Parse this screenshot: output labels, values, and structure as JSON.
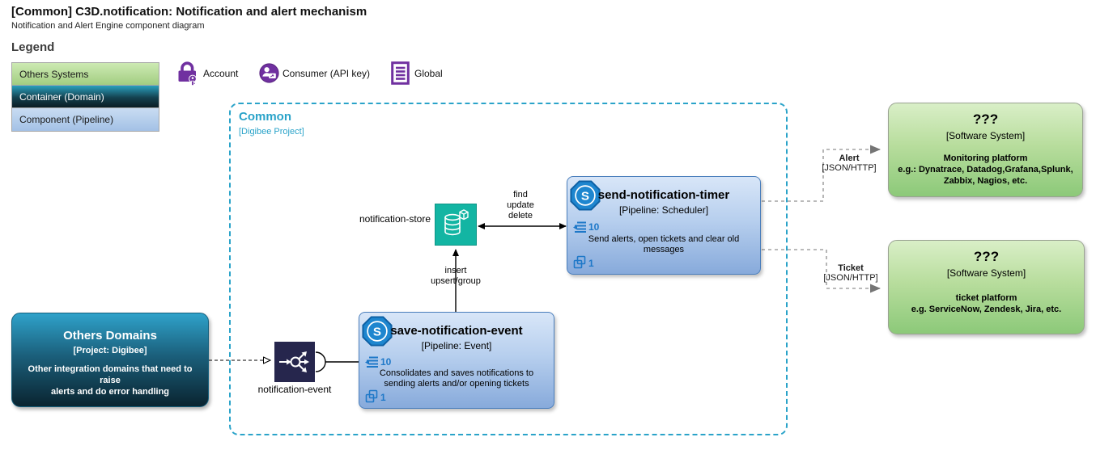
{
  "header": {
    "title": "[Common] C3D.notification: Notification and alert mechanism",
    "subtitle": "Notification and Alert Engine component diagram"
  },
  "legend": {
    "heading": "Legend",
    "rows": [
      {
        "label": "Others Systems"
      },
      {
        "label": "Container (Domain)"
      },
      {
        "label": "Component (Pipeline)"
      }
    ],
    "icons": [
      {
        "name": "account-lock-icon",
        "label": "Account"
      },
      {
        "name": "consumer-api-key-icon",
        "label": "Consumer (API key)"
      },
      {
        "name": "global-icon",
        "label": "Global"
      }
    ]
  },
  "boundary": {
    "title": "Common",
    "subtitle": "[Digibee Project]"
  },
  "nodes": {
    "others_domains": {
      "title": "Others Domains",
      "subtitle": "[Project: Digibee]",
      "description": "Other integration domains that need to raise\nalerts and do error handling"
    },
    "notification_event": {
      "label": "notification-event"
    },
    "notification_store": {
      "label": "notification-store"
    },
    "save_notification_event": {
      "title": "save-notification-event",
      "subtitle": "[Pipeline: Event]",
      "scale": "10",
      "replicas": "1",
      "description": "Consolidates and saves notifications to\nsending alerts and/or opening tickets"
    },
    "send_notification_timer": {
      "title": "send-notification-timer",
      "subtitle": "[Pipeline: Scheduler]",
      "scale": "10",
      "replicas": "1",
      "description": "Send alerts, open tickets and clear old\nmessages"
    },
    "monitoring_platform": {
      "title": "???",
      "subtitle": "[Software System]",
      "description": "Monitoring platform\ne.g.: Dynatrace, Datadog,Grafana,Splunk,\nZabbix, Nagios, etc."
    },
    "ticket_platform": {
      "title": "???",
      "subtitle": "[Software System]",
      "description": "ticket platform\ne.g. ServiceNow, Zendesk, Jira, etc."
    }
  },
  "edges": {
    "store_timer": {
      "label": "find\nupdate\ndelete"
    },
    "save_store": {
      "label": "insert\nupsert/group"
    },
    "alert": {
      "label": "Alert",
      "protocol": "[JSON/HTTP]"
    },
    "ticket": {
      "label": "Ticket",
      "protocol": "[JSON/HTTP]"
    }
  },
  "glyphs": {
    "pipeline_badge": "S"
  },
  "colors": {
    "boundary_cyan": "#2aa3c9",
    "pipeline_border_blue": "#4a7ebc",
    "store_teal": "#13b5a3",
    "event_navy": "#26264d",
    "icon_purple": "#7030a0",
    "badge_blue": "#1e86cf",
    "metric_blue": "#1e78c8"
  }
}
